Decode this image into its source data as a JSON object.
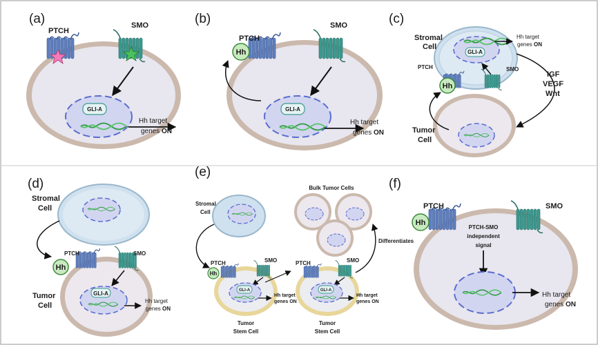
{
  "colors": {
    "cell_outer": "#cbb9ad",
    "cell_inner": "#e8e6ee",
    "nucleus": "#d2d5f0",
    "nucleus_border": "#5a6ccf",
    "receptor_ptch": "#5f7fbf",
    "receptor_smo": "#3b9a90",
    "hh_ligand": "#c9eac0",
    "dna": "#3aa34a",
    "stromal": "#cfe0ee",
    "stem_outer": "#e8d69a",
    "gli_fill": "#e6f3f3",
    "star_pink": "#f47ab8",
    "star_green": "#4cc05b"
  },
  "labels": {
    "panel_a": "(a)",
    "panel_b": "(b)",
    "panel_c": "(c)",
    "panel_d": "(d)",
    "panel_e": "(e)",
    "panel_f": "(f)",
    "ptch": "PTCH",
    "smo": "SMO",
    "hh": "Hh",
    "gli_a": "GLI-A",
    "hh_target": "Hh target",
    "genes_prefix": "genes ",
    "on": "ON",
    "stromal_line1": "Stromal",
    "stromal_line2": "Cell",
    "tumor_line1": "Tumor",
    "tumor_line2": "Cell",
    "tumor_stem_line1": "Tumor",
    "tumor_stem_line2": "Stem Cell",
    "igf": "IGF",
    "vegf": "VEGF",
    "wnt": "Wnt",
    "bulk_tumor_cells": "Bulk Tumor Cells",
    "differentiates": "Differentiates",
    "independent_line1": "PTCH-SMO",
    "independent_line2": "independent",
    "independent_line3": "signal"
  }
}
